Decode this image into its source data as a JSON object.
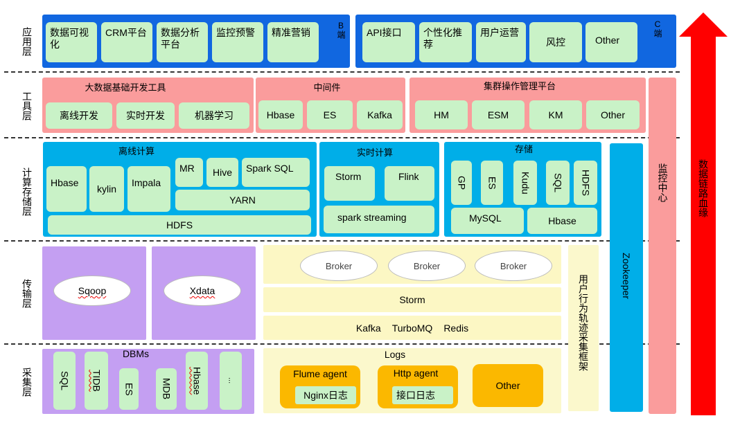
{
  "layers": [
    "应用层",
    "工具层",
    "计算存储层",
    "传输层",
    "采集层"
  ],
  "app": {
    "b_label": "B端",
    "b_items": [
      "数据可视化",
      "CRM平台",
      "数据分析平台",
      "监控预警",
      "精准营销"
    ],
    "c_label": "C端",
    "c_items": [
      "API接口",
      "个性化推荐",
      "用户运营",
      "风控",
      "Other"
    ]
  },
  "tools": {
    "dev": {
      "title": "大数据基础开发工具",
      "items": [
        "离线开发",
        "实时开发",
        "机器学习"
      ]
    },
    "mid": {
      "title": "中间件",
      "items": [
        "Hbase",
        "ES",
        "Kafka"
      ]
    },
    "cluster": {
      "title": "集群操作管理平台",
      "items": [
        "HM",
        "ESM",
        "KM",
        "Other"
      ]
    }
  },
  "compute": {
    "offline": {
      "title": "离线计算",
      "hbase": "Hbase",
      "kylin": "kylin",
      "impala": "Impala",
      "mr": "MR",
      "hive": "Hive",
      "sparksql": "Spark SQL",
      "yarn": "YARN",
      "hdfs": "HDFS"
    },
    "realtime": {
      "title": "实时计算",
      "storm": "Storm",
      "flink": "Flink",
      "spark_streaming": "spark streaming"
    },
    "storage": {
      "title": "存储",
      "gp": "GP",
      "es": "ES",
      "kudu": "Kudu",
      "sql": "SQL",
      "hdfs": "HDFS",
      "mysql": "MySQL",
      "hbase": "Hbase"
    }
  },
  "transport": {
    "sqoop": "Sqoop",
    "xdata": "Xdata",
    "brokers": [
      "Broker",
      "Broker",
      "Broker"
    ],
    "storm": "Storm",
    "queues": [
      "Kafka",
      "TurboMQ",
      "Redis"
    ]
  },
  "collect": {
    "dbms_title": "DBMs",
    "dbms_items": [
      "SQL",
      "TIDB",
      "ES",
      "MDB",
      "Hbase",
      "..."
    ],
    "logs_title": "Logs",
    "flume": "Flume agent",
    "nginx": "Nginx日志",
    "http": "Http agent",
    "api_log": "接口日志",
    "other": "Other"
  },
  "side": {
    "tracking": "用户行为轨迹采集框架",
    "zookeeper": "Zookeeper",
    "monitor": "监控中心",
    "lineage": "数据链路血缘"
  },
  "colors": {
    "app_blue": "#1167e0",
    "tool_pink": "#fa9c9c",
    "compute_cyan": "#00aee8",
    "box_green": "#c9f2c7",
    "transport_lavender": "#c49ff2",
    "pale_yellow": "#fbf8cc",
    "orange": "#fbb800",
    "arrow_red": "#ff0000"
  }
}
